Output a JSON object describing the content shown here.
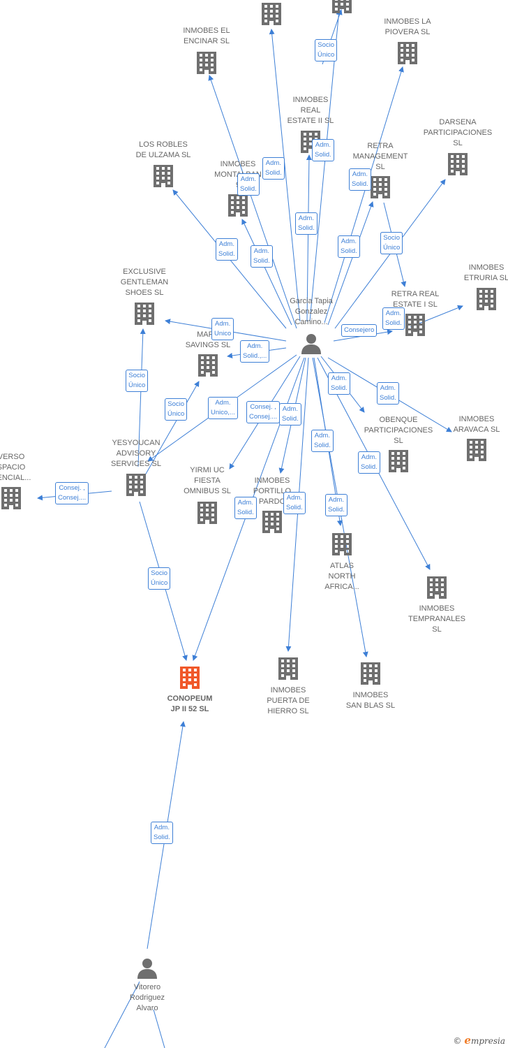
{
  "colors": {
    "edge": "#3d7fd6",
    "building": "#6f6f6f",
    "focus_building": "#f0582a",
    "person": "#6f6f6f"
  },
  "nodes": [
    {
      "id": "top1",
      "type": "company",
      "label": ""
    },
    {
      "id": "top2",
      "type": "company",
      "label": ""
    },
    {
      "id": "encinar",
      "type": "company",
      "label": "INMOBES EL\nENCINAR SL"
    },
    {
      "id": "piovera",
      "type": "company",
      "label": "INMOBES LA\nPIOVERA SL"
    },
    {
      "id": "realestate2",
      "type": "company",
      "label": "INMOBES\nREAL\nESTATE II SL"
    },
    {
      "id": "darsena",
      "type": "company",
      "label": "DARSENA\nPARTICIPACIONES\nSL"
    },
    {
      "id": "robles",
      "type": "company",
      "label": "LOS ROBLES\nDE ULZAMA SL"
    },
    {
      "id": "montalban",
      "type": "company",
      "label": "INMOBES\nMONTALBAN\n9"
    },
    {
      "id": "retramgmt",
      "type": "company",
      "label": "RETRA\nMANAGEMENT\nSL"
    },
    {
      "id": "etruria",
      "type": "company",
      "label": "INMOBES\nETRURIA SL"
    },
    {
      "id": "exclusive",
      "type": "company",
      "label": "EXCLUSIVE\nGENTLEMAN\nSHOES SL"
    },
    {
      "id": "retrareal1",
      "type": "company",
      "label": "RETRA REAL\nESTATE I SL"
    },
    {
      "id": "garcia",
      "type": "person",
      "label": "Garcia Tapia\nGonzalez\nCamino..."
    },
    {
      "id": "marp",
      "type": "company",
      "label": "MARP\nSAVINGS SL"
    },
    {
      "id": "aravaca",
      "type": "company",
      "label": "INMOBES\nARAVACA SL"
    },
    {
      "id": "obenque",
      "type": "company",
      "label": "OBENQUE\nPARTICIPACIONES\nSL"
    },
    {
      "id": "verso",
      "type": "company",
      "label": "VERSO\nSPACIO\nDENCIAL..."
    },
    {
      "id": "yesyoucan",
      "type": "company",
      "label": "YESYOUCAN\nADVISORY\nSERVICES SL"
    },
    {
      "id": "yirmi",
      "type": "company",
      "label": "YIRMI UC\nFIESTA\nOMNIBUS SL"
    },
    {
      "id": "portillo",
      "type": "company",
      "label": "INMOBES\nPORTILLO\nPARDO"
    },
    {
      "id": "atlas",
      "type": "company",
      "label": "ATLAS\nNORTH\nAFRICA..."
    },
    {
      "id": "tempranales",
      "type": "company",
      "label": "INMOBES\nTEMPRANALES\nSL"
    },
    {
      "id": "conopeum",
      "type": "focus",
      "label": "CONOPEUM\nJP II 52 SL"
    },
    {
      "id": "puerta",
      "type": "company",
      "label": "INMOBES\nPUERTA DE\nHIERRO SL"
    },
    {
      "id": "sanblas",
      "type": "company",
      "label": "INMOBES\nSAN BLAS SL"
    },
    {
      "id": "vitorero",
      "type": "person",
      "label": "Vitorero\nRodriguez\nAlvaro"
    }
  ],
  "edges": [
    {
      "from": "garcia",
      "to": "encinar",
      "label": "Adm.\nSolid."
    },
    {
      "from": "garcia",
      "to": "top1",
      "label": "Adm.\nSolid."
    },
    {
      "from": "realestate2",
      "to": "top2",
      "label": "Socio\nÚnico"
    },
    {
      "from": "garcia",
      "to": "top2",
      "label": "Adm.\nSolid."
    },
    {
      "from": "garcia",
      "to": "piovera",
      "label": "Adm.\nSolid."
    },
    {
      "from": "garcia",
      "to": "realestate2",
      "label": "Adm.\nSolid."
    },
    {
      "from": "garcia",
      "to": "robles",
      "label": "Adm.\nSolid."
    },
    {
      "from": "garcia",
      "to": "montalban",
      "label": "Adm.\nSolid."
    },
    {
      "from": "garcia",
      "to": "retramgmt",
      "label": "Adm.\nSolid."
    },
    {
      "from": "garcia",
      "to": "darsena",
      "label": "Adm.\nSolid."
    },
    {
      "from": "retramgmt",
      "to": "retrareal1",
      "label": "Socio\nÚnico"
    },
    {
      "from": "retrareal1",
      "to": "etruria",
      "label": "Adm.\nSolid."
    },
    {
      "from": "garcia",
      "to": "retrareal1",
      "label": "Consejero"
    },
    {
      "from": "garcia",
      "to": "exclusive",
      "label": "Adm.\nUnico"
    },
    {
      "from": "garcia",
      "to": "marp",
      "label": "Adm.\nSolid.,..."
    },
    {
      "from": "yesyoucan",
      "to": "exclusive",
      "label": "Socio\nÚnico"
    },
    {
      "from": "yesyoucan",
      "to": "marp",
      "label": "Socio\nÚnico"
    },
    {
      "from": "garcia",
      "to": "yesyoucan",
      "label": "Adm.\nUnico,..."
    },
    {
      "from": "garcia",
      "to": "yirmi",
      "label": "Consej. ,\nConsej...."
    },
    {
      "from": "garcia",
      "to": "portillo",
      "label": "Adm.\nSolid."
    },
    {
      "from": "garcia",
      "to": "obenque",
      "label": "Adm.\nSolid."
    },
    {
      "from": "garcia",
      "to": "aravaca",
      "label": "Adm.\nSolid."
    },
    {
      "from": "garcia",
      "to": "atlas",
      "label": "Adm.\nSolid."
    },
    {
      "from": "garcia",
      "to": "tempranales",
      "label": "Adm.\nSolid."
    },
    {
      "from": "garcia",
      "to": "puerta",
      "label": "Adm.\nSolid."
    },
    {
      "from": "garcia",
      "to": "sanblas",
      "label": "Adm.\nSolid."
    },
    {
      "from": "garcia",
      "to": "conopeum",
      "label": "Adm.\nSolid."
    },
    {
      "from": "yesyoucan",
      "to": "verso",
      "label": "Consej. ,\nConsej...."
    },
    {
      "from": "yesyoucan",
      "to": "conopeum",
      "label": "Socio\nÚnico"
    },
    {
      "from": "vitorero",
      "to": "conopeum",
      "label": "Adm.\nSolid."
    },
    {
      "from": "vitorero",
      "to": "off1",
      "label": ""
    },
    {
      "from": "vitorero",
      "to": "off2",
      "label": ""
    }
  ],
  "footer": {
    "copyright": "©",
    "brand_initial": "e",
    "brand_rest": "mpresia"
  }
}
